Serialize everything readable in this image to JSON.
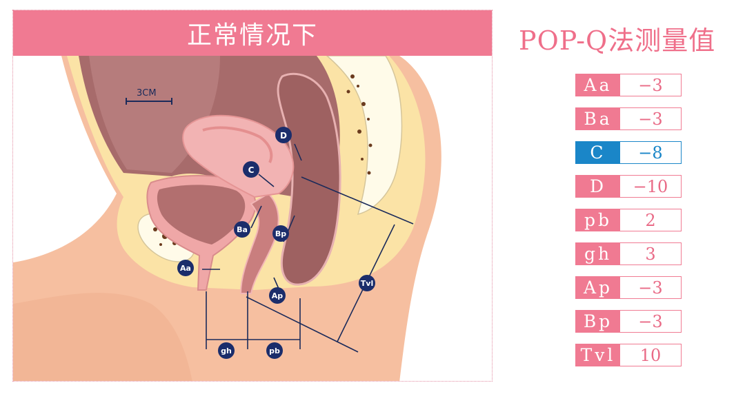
{
  "diagram": {
    "banner_title": "正常情况下",
    "scale_label": "3CM",
    "point_labels": [
      "D",
      "C",
      "Ba",
      "Bp",
      "Aa",
      "Ap",
      "Tvl",
      "gh",
      "pb"
    ]
  },
  "popq": {
    "title": "POP-Q法测量值",
    "highlight_color": "#1a86c8",
    "accent_color": "#f07a92",
    "rows": [
      {
        "key": "Aa",
        "value": "−3",
        "highlight": false
      },
      {
        "key": "Ba",
        "value": "−3",
        "highlight": false
      },
      {
        "key": "C",
        "value": "−8",
        "highlight": true
      },
      {
        "key": "D",
        "value": "−10",
        "highlight": false
      },
      {
        "key": "pb",
        "value": "2",
        "highlight": false
      },
      {
        "key": "gh",
        "value": "3",
        "highlight": false
      },
      {
        "key": "Ap",
        "value": "−3",
        "highlight": false
      },
      {
        "key": "Bp",
        "value": "−3",
        "highlight": false
      },
      {
        "key": "Tvl",
        "value": "10",
        "highlight": false
      }
    ]
  }
}
